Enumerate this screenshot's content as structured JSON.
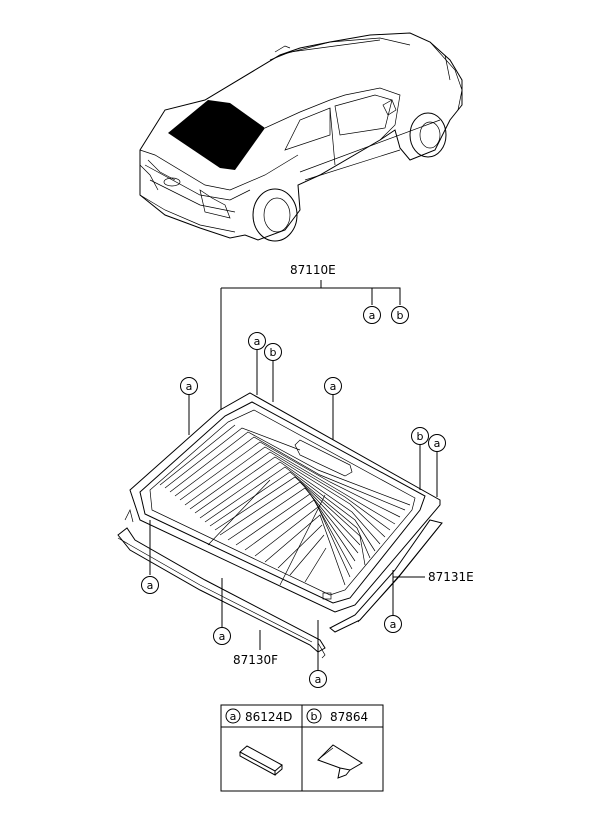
{
  "labels": {
    "glass_assembly": "87110E",
    "upper_molding": "87131E",
    "lower_molding": "87130F"
  },
  "callout_letters": {
    "a": "a",
    "b": "b"
  },
  "legend": {
    "a_letter": "a",
    "a_part": "86124D",
    "b_letter": "b",
    "b_part": "87864"
  }
}
